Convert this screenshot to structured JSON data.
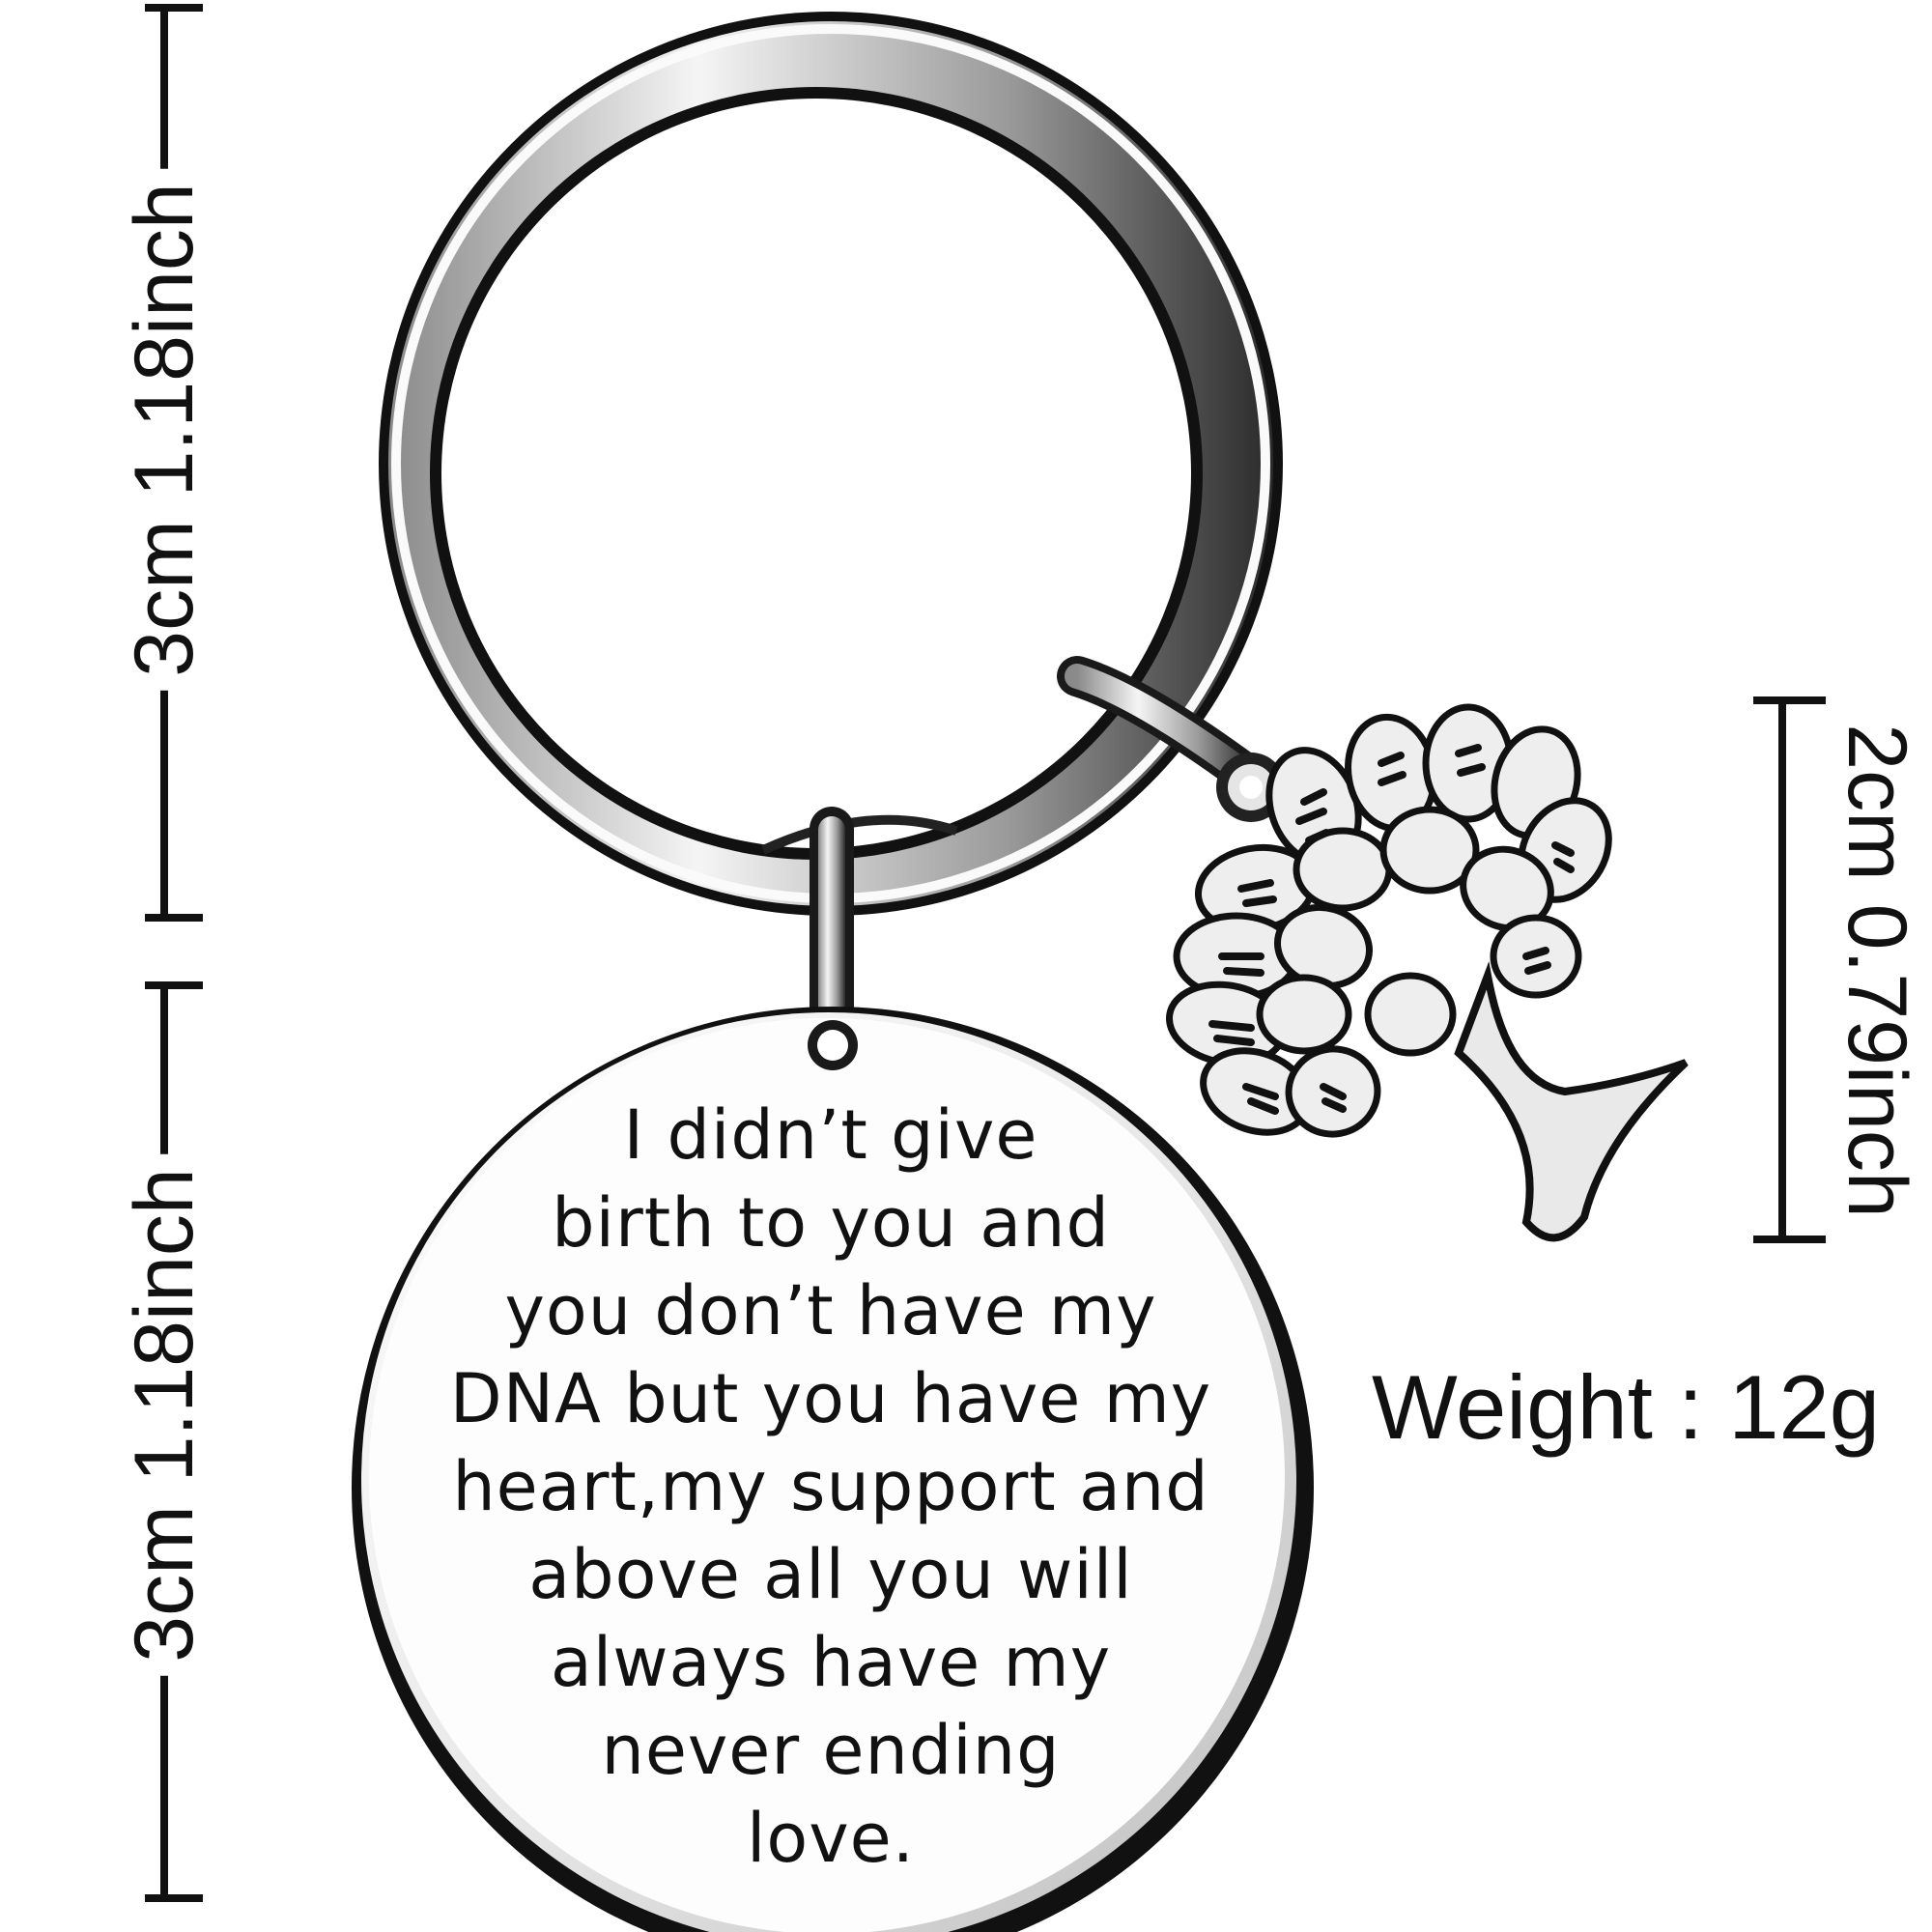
{
  "dimensions": {
    "ring_height": "3cm 1.18inch",
    "tag_height": "3cm 1.18inch",
    "charm_height": "2cm 0.79inch"
  },
  "weight": "Weight : 12g",
  "tag_text": [
    "I didn’t give",
    "birth to you and",
    "you don’t have my",
    "DNA but you have my",
    "heart,my support and",
    "above all you will",
    "always have my",
    "never ending",
    "love."
  ],
  "colors": {
    "metal_light": "#f4f4f4",
    "metal_dark": "#1a1a1a",
    "ink": "#111111"
  },
  "icons": [
    "key-ring",
    "jump-ring",
    "tree-of-life-charm",
    "dimension-line"
  ]
}
